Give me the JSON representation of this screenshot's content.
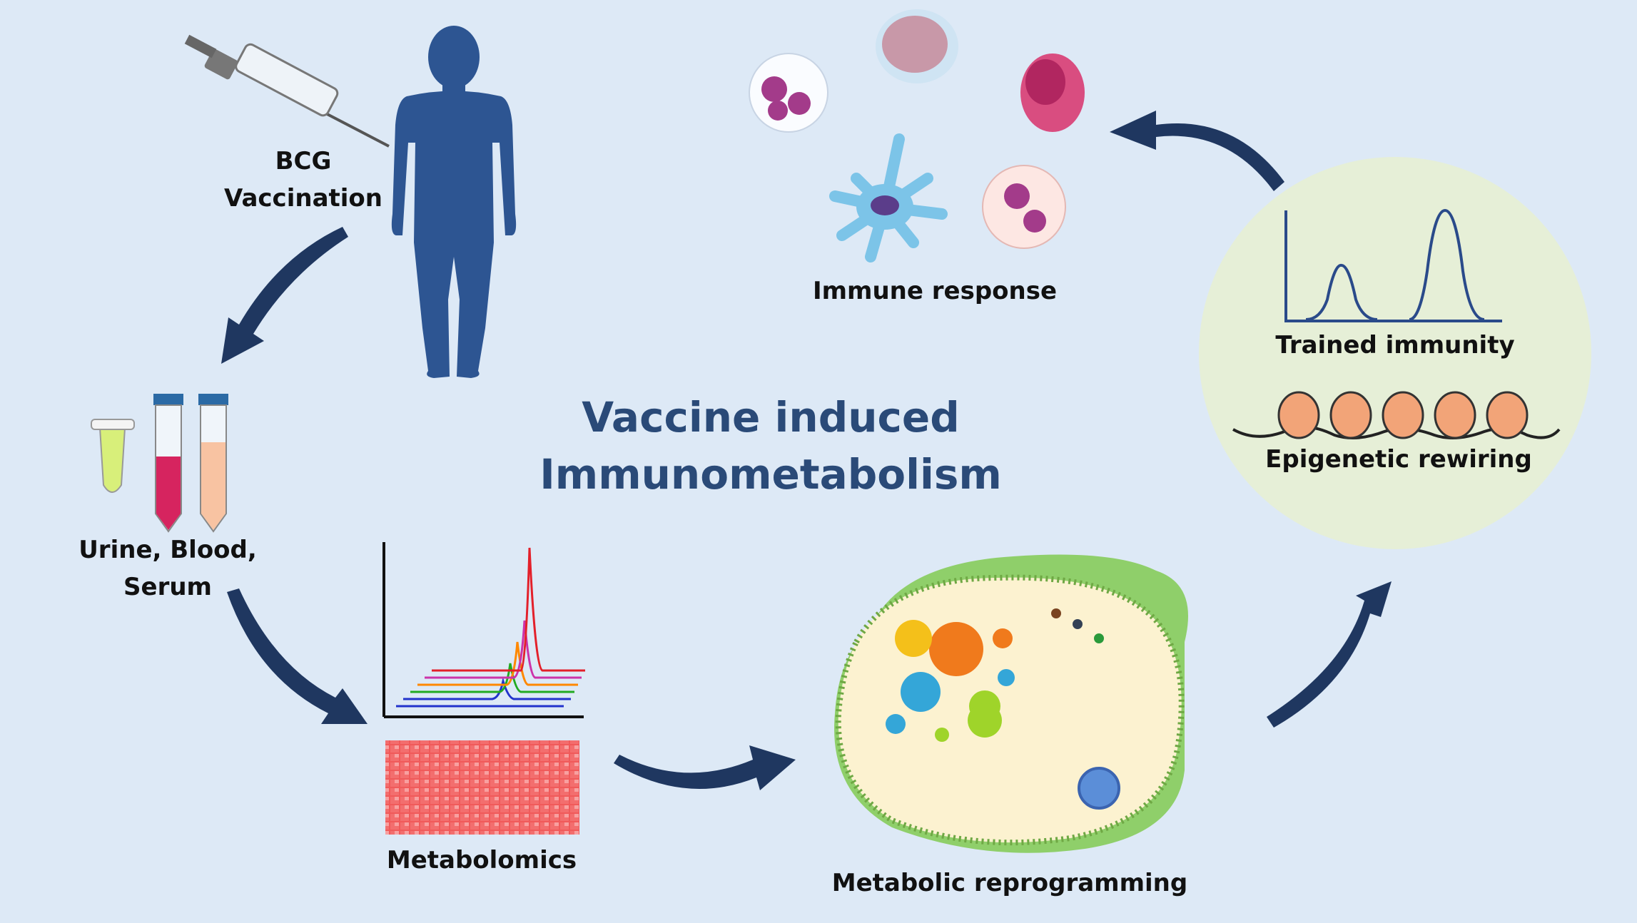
{
  "title": {
    "line1": "Vaccine induced",
    "line2": "Immunometabolism"
  },
  "labels": {
    "bcg": [
      "BCG",
      "Vaccination"
    ],
    "samples": [
      "Urine, Blood,",
      "Serum"
    ],
    "metabolomics": "Metabolomics",
    "reprogramming": "Metabolic reprogramming",
    "immune": "Immune response",
    "trained": "Trained immunity",
    "epigenetic": "Epigenetic rewiring"
  },
  "colors": {
    "background": "#dde9f6",
    "arrow": "#1f3760",
    "title": "#2a4a78",
    "body": "#2d5592",
    "circle": "#e6efd7"
  }
}
